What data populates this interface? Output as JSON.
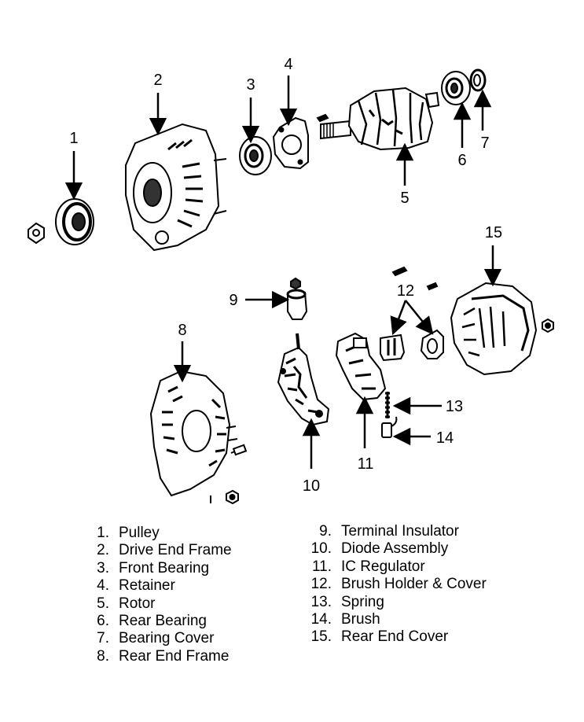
{
  "diagram": {
    "callouts": [
      "1",
      "2",
      "3",
      "4",
      "5",
      "6",
      "7",
      "8",
      "9",
      "10",
      "11",
      "12",
      "13",
      "14",
      "15"
    ]
  },
  "legend": {
    "left": [
      {
        "num": "1.",
        "label": "Pulley"
      },
      {
        "num": "2.",
        "label": "Drive End Frame"
      },
      {
        "num": "3.",
        "label": "Front Bearing"
      },
      {
        "num": "4.",
        "label": "Retainer"
      },
      {
        "num": "5.",
        "label": "Rotor"
      },
      {
        "num": "6.",
        "label": "Rear Bearing"
      },
      {
        "num": "7.",
        "label": "Bearing Cover"
      },
      {
        "num": "8.",
        "label": "Rear End Frame"
      }
    ],
    "right": [
      {
        "num": "9.",
        "label": "Terminal Insulator"
      },
      {
        "num": "10.",
        "label": "Diode Assembly"
      },
      {
        "num": "11.",
        "label": "IC Regulator"
      },
      {
        "num": "12.",
        "label": "Brush Holder & Cover"
      },
      {
        "num": "13.",
        "label": "Spring"
      },
      {
        "num": "14.",
        "label": "Brush"
      },
      {
        "num": "15.",
        "label": "Rear End Cover"
      }
    ]
  }
}
